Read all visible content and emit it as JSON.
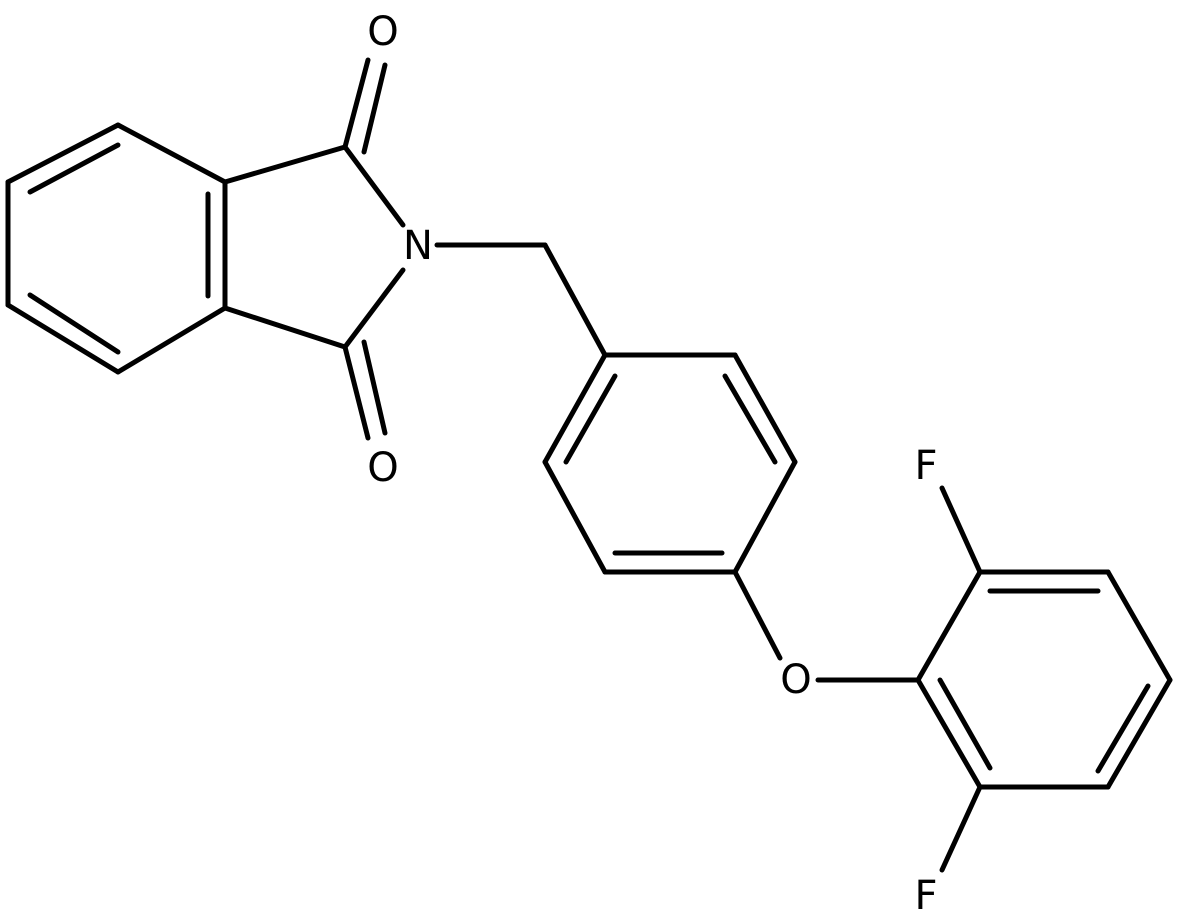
{
  "diagram": {
    "atoms": {
      "O_top": "O",
      "O_bottom": "O",
      "N_imide": "N",
      "O_ether": "O",
      "F_top": "F",
      "F_bottom": "F"
    },
    "colors": {
      "bond": "#000000",
      "label": "#000000",
      "background": "#ffffff"
    }
  }
}
